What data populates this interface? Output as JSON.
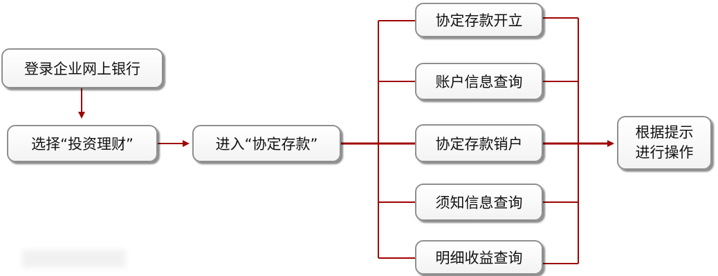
{
  "diagram": {
    "nodes": {
      "login": "登录企业网上银行",
      "select": "选择“投资理财”",
      "enter": "进入“协定存款”",
      "open": "协定存款开立",
      "account_info": "账户信息查询",
      "close_account": "协定存款销户",
      "notice_info": "须知信息查询",
      "detail_income": "明细收益查询",
      "final": [
        "根据提示",
        "进行操作"
      ]
    },
    "colors": {
      "line": "#a00000",
      "box_border": "#8e8e8e",
      "text": "#111111"
    }
  }
}
